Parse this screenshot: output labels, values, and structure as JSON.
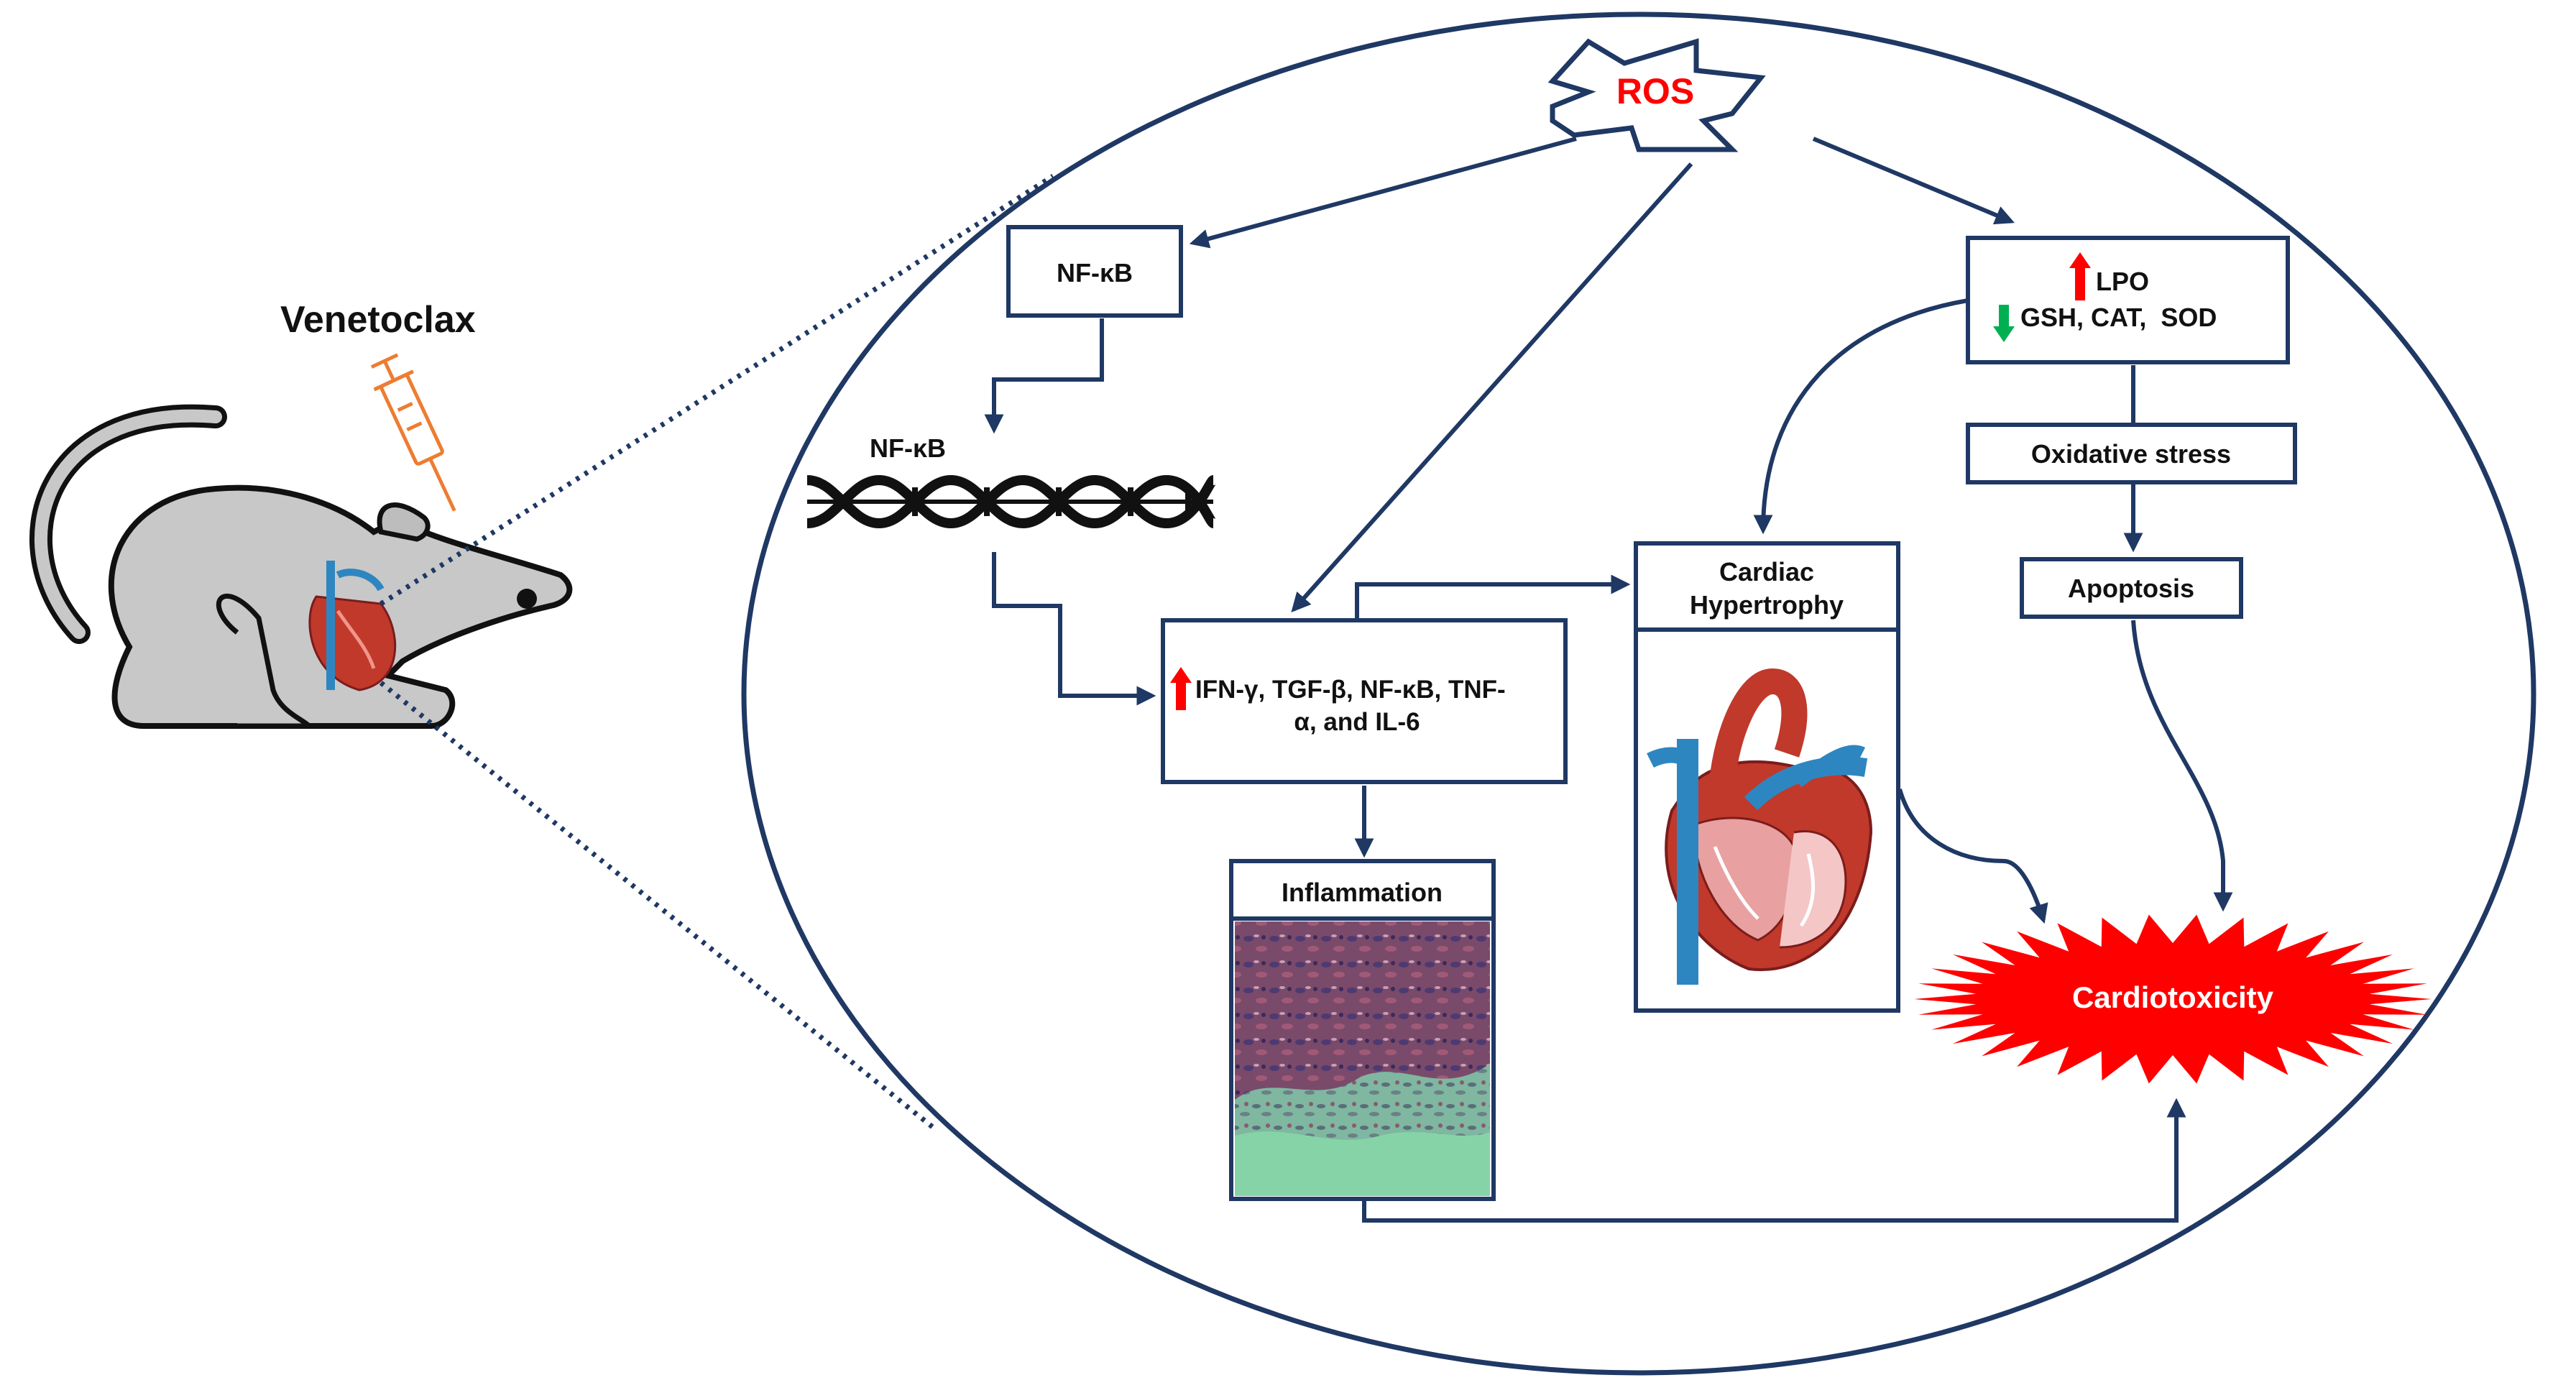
{
  "drug_label": "Venetoclax",
  "ros_label": "ROS",
  "nfkb_box_label": "NF-κB",
  "nfkb_dna_label": "NF-κB",
  "cytokines": {
    "line1": "IFN-γ, TGF-β, NF-κB, TNF-",
    "line2": "α, and IL-6"
  },
  "lpo_label": "LPO",
  "antioxidants_label": "GSH, CAT,  SOD",
  "oxidative_stress_label": "Oxidative stress",
  "apoptosis_label": "Apoptosis",
  "cardiac_hypertrophy": {
    "line1": "Cardiac",
    "line2": "Hypertrophy"
  },
  "inflammation_label": "Inflammation",
  "cardiotoxicity_label": "Cardiotoxicity",
  "colors": {
    "navy": "#1f3864",
    "ros_text": "#ff0000",
    "burst_fill": "#ff0000",
    "up_arrow": "#ff0000",
    "down_arrow": "#00b050",
    "syringe": "#ed7d31",
    "mouse_body": "#c8c8c8"
  },
  "icons": {
    "up": "red-up-arrow-icon",
    "down": "green-down-arrow-icon"
  }
}
